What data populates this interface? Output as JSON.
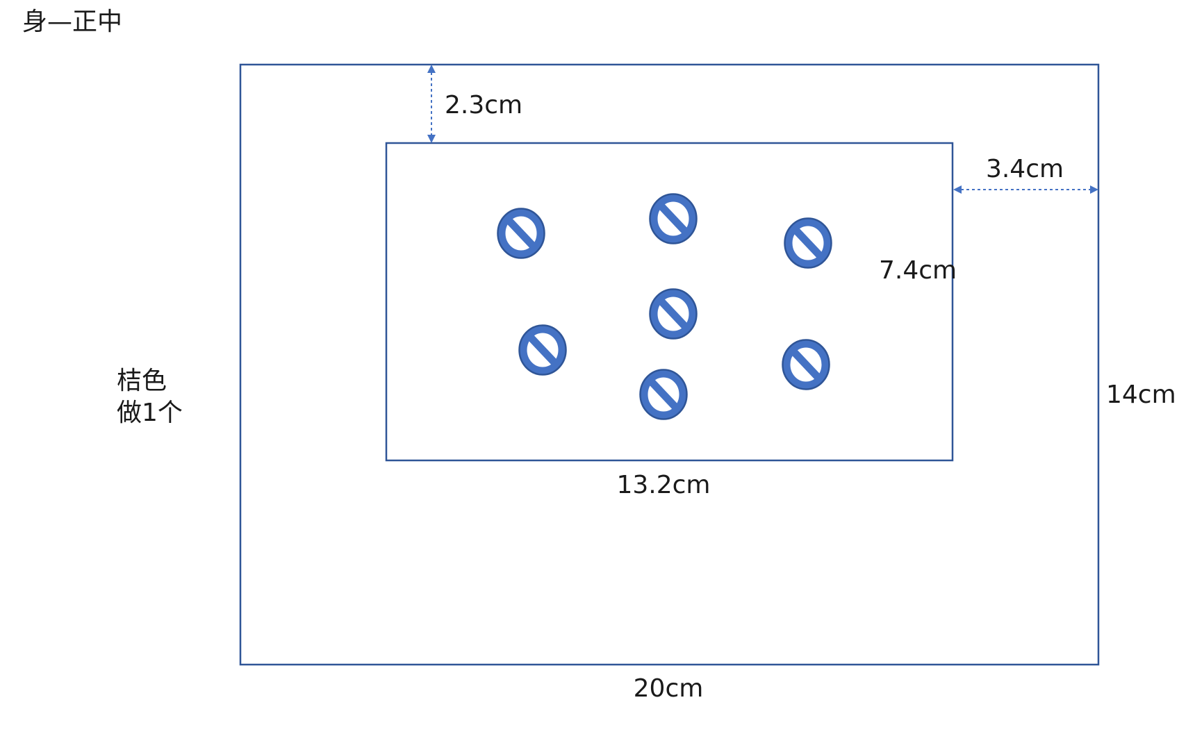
{
  "title": "身—正中",
  "note": {
    "line1": "桔色",
    "line2": "做1个"
  },
  "colors": {
    "frame": "#2f5597",
    "accent": "#4472c4",
    "text": "#1a1a1a"
  },
  "outer_panel": {
    "width_label": "20cm",
    "height_label": "14cm"
  },
  "inner_panel": {
    "width_label": "13.2cm",
    "height_label": "7.4cm"
  },
  "offsets": {
    "top_label": "2.3cm",
    "right_label": "3.4cm"
  },
  "icons": {
    "name": "no-symbol-icon",
    "count": 7
  }
}
